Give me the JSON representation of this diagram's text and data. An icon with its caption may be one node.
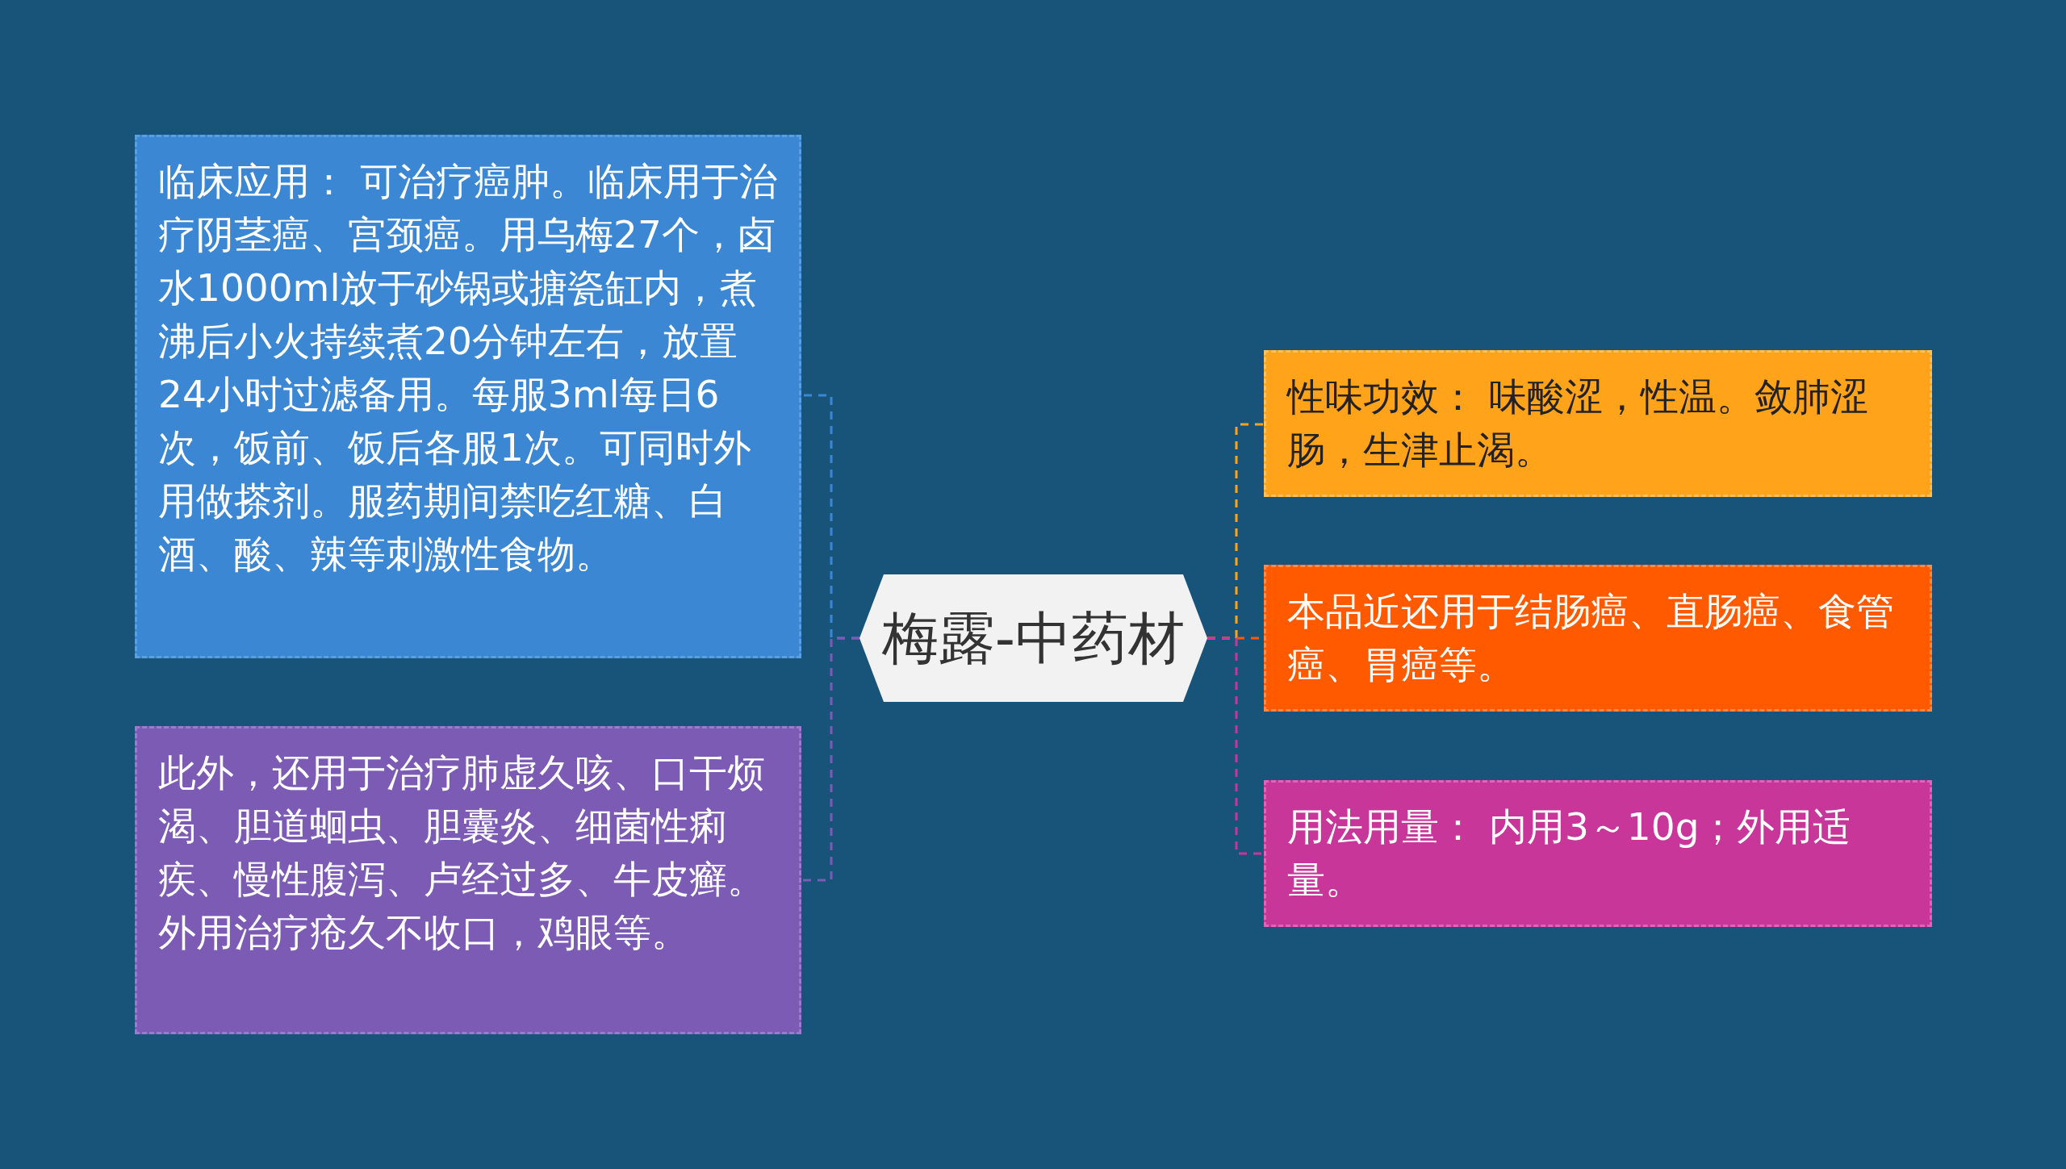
{
  "diagram": {
    "nodes": [
      {
        "text": [
          "梅露-中药材"
        ]
      },
      {
        "text": [
          "临床应用： 可治疗癌肿。临床用于治疗阴茎癌、宫颈癌。用乌梅27个，卤水1000ml放于砂锅或搪瓷缸内，煮沸后小火持续煮20分钟左右，放置24小时过滤备用。每服3ml每日6次，饭前、饭后各服1次。可同时外用做搽剂。服药期间禁吃红糖、白酒、酸、辣等刺激性食物。"
        ]
      },
      {
        "text": [
          "此外，还用于治疗肺虚久咳、口干烦渴、胆道蛔虫、胆囊炎、细菌性痢疾、慢性腹泻、卢经过多、牛皮癣。外用治疗疮久不收口，鸡眼等。"
        ]
      },
      {
        "text": [
          "性味功效： 味酸涩，性温。敛肺涩肠，生津止渴。"
        ]
      },
      {
        "text": [
          "本品近还用于结肠癌、直肠癌、食管癌、胃癌等。"
        ]
      },
      {
        "text": [
          "用法用量： 内用3～10g；外用适量。"
        ]
      }
    ],
    "edges": [
      {
        "from": 0,
        "to": 1,
        "arrow": "none",
        "style": "dashed",
        "color": "#3b87d3"
      },
      {
        "from": 0,
        "to": 2,
        "arrow": "none",
        "style": "dashed",
        "color": "#7b5bb3"
      },
      {
        "from": 0,
        "to": 3,
        "arrow": "none",
        "style": "dashed",
        "color": "#ffa31a"
      },
      {
        "from": 0,
        "to": 4,
        "arrow": "none",
        "style": "dashed",
        "color": "#ff5a00"
      },
      {
        "from": 0,
        "to": 5,
        "arrow": "none",
        "style": "dashed",
        "color": "#c8369a"
      }
    ]
  }
}
